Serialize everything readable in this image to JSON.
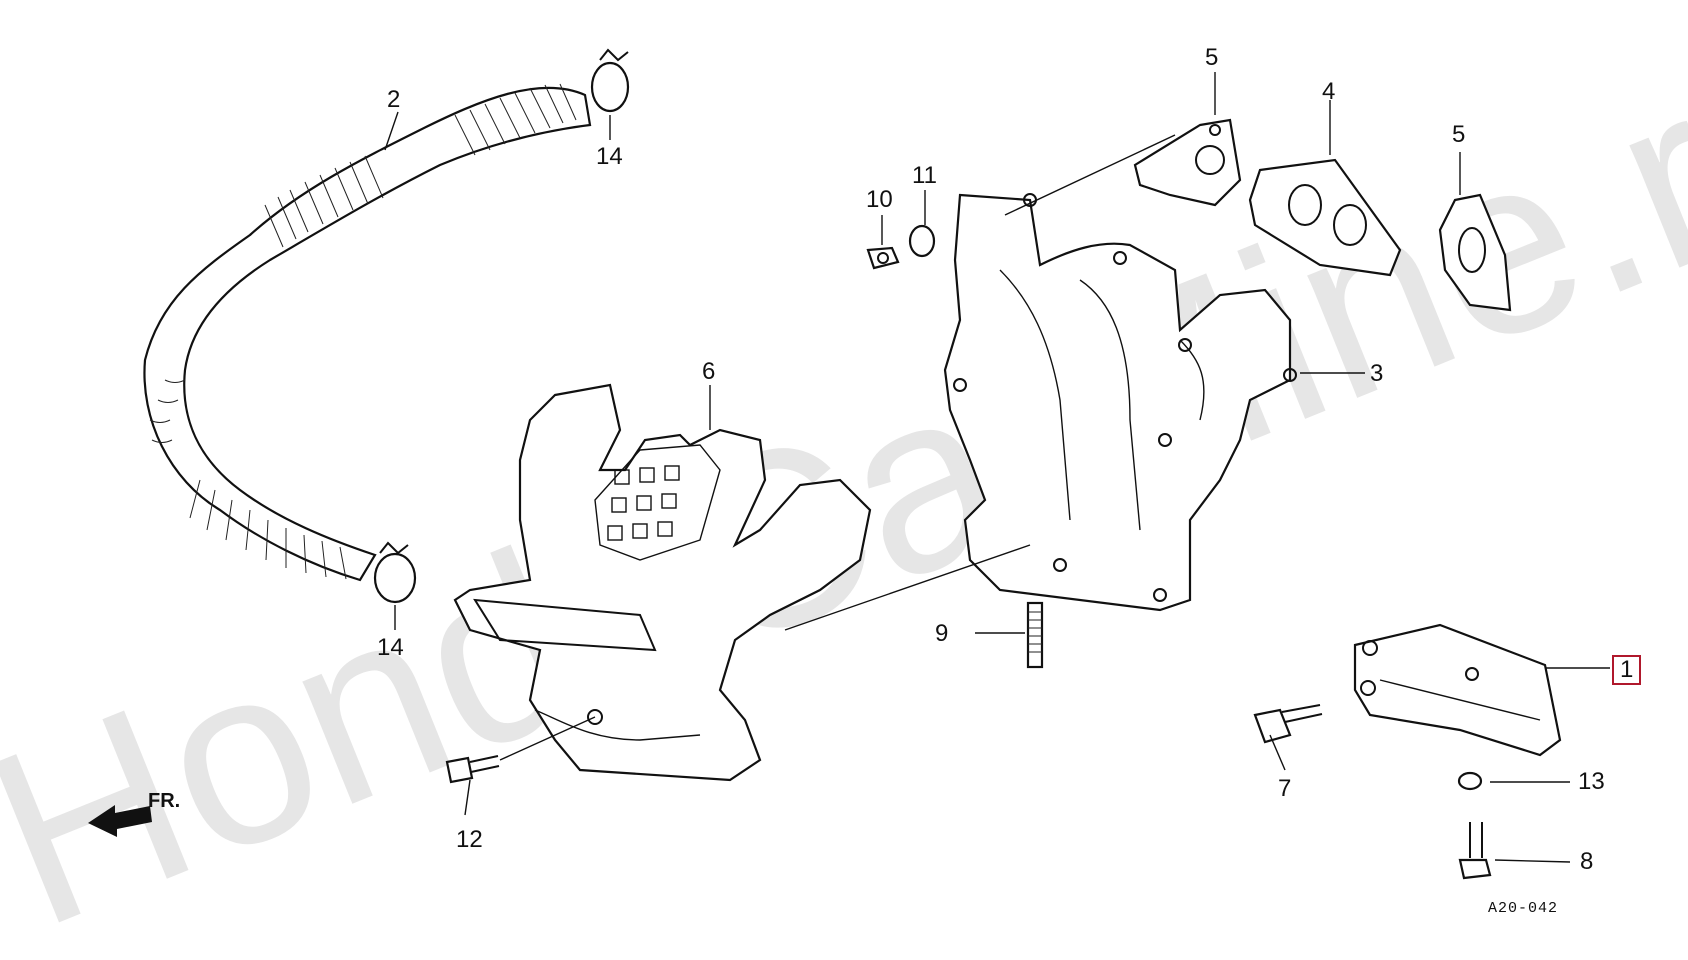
{
  "watermark": {
    "text": "HondaCarMine.r",
    "color": "#e6e6e6"
  },
  "diagram_code": "A20-042",
  "direction_label": "FR.",
  "highlight_color": "#b0182c",
  "callouts": [
    {
      "id": "c1",
      "label": "1",
      "selected": true
    },
    {
      "id": "c2",
      "label": "2"
    },
    {
      "id": "c3",
      "label": "3"
    },
    {
      "id": "c4",
      "label": "4"
    },
    {
      "id": "c5a",
      "label": "5"
    },
    {
      "id": "c5b",
      "label": "5"
    },
    {
      "id": "c6",
      "label": "6"
    },
    {
      "id": "c7",
      "label": "7"
    },
    {
      "id": "c8",
      "label": "8"
    },
    {
      "id": "c9",
      "label": "9"
    },
    {
      "id": "c10",
      "label": "10"
    },
    {
      "id": "c11",
      "label": "11"
    },
    {
      "id": "c12",
      "label": "12"
    },
    {
      "id": "c13",
      "label": "13"
    },
    {
      "id": "c14a",
      "label": "14"
    },
    {
      "id": "c14b",
      "label": "14"
    }
  ]
}
